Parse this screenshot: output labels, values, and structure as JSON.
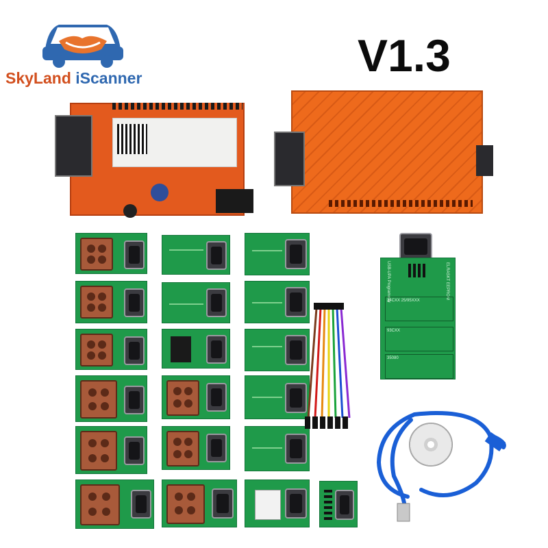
{
  "brand": {
    "part1": "SkyLand",
    "part2": "iScanner",
    "color1": "#d24f1e",
    "color2": "#2f68b0",
    "logo_icon": "car-handshake-icon"
  },
  "version_label": "V1.3",
  "device": {
    "main_board_color": "#e35a1e",
    "label_sticker": "white"
  },
  "eeprom_adapter": {
    "title": "USB-UPA Programmer",
    "subtitle": "ELRASKT EEPROM",
    "rows": [
      "24CXX 25/95XXX",
      "93CXX",
      "35080"
    ]
  },
  "accessories": [
    "ribbon-cable-icon",
    "usb-cable-icon",
    "cd-disc-icon"
  ]
}
